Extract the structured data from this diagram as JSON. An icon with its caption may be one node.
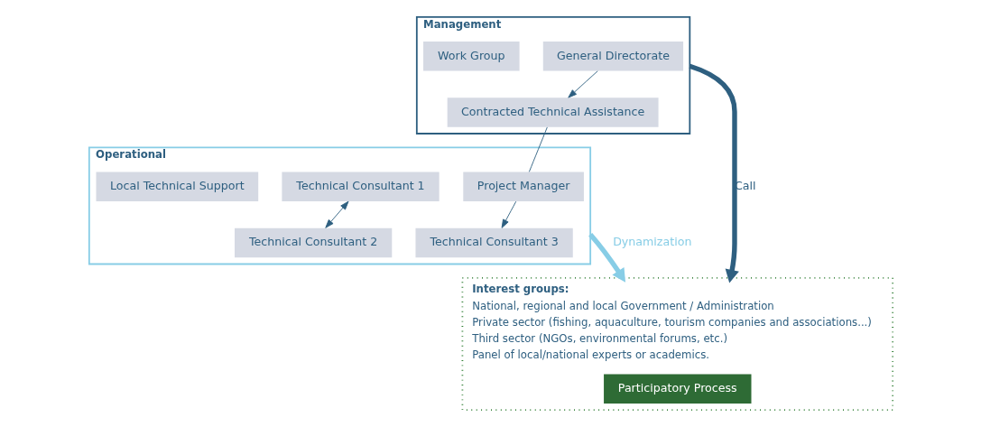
{
  "diagram": {
    "nodes": [
      {
        "text": [
          "Management"
        ]
      },
      {
        "text": [
          "General Directorate"
        ],
        "in": 0
      },
      {
        "text": [
          "Work Group"
        ],
        "in": 0
      },
      {
        "text": [
          "Contracted Technical Assistance"
        ],
        "in": 0
      },
      {
        "text": [
          "Operational"
        ]
      },
      {
        "text": [
          "Project Manager"
        ],
        "in": 4
      },
      {
        "text": [
          "Technical Consultant 1"
        ],
        "in": 4
      },
      {
        "text": [
          "Technical Consultant 2"
        ],
        "in": 4
      },
      {
        "text": [
          "Technical Consultant 3"
        ],
        "in": 4
      },
      {
        "text": [
          "Local Technical Support"
        ],
        "in": 4
      },
      {
        "text": [
          "Interest groups:",
          "National, regional and local Government / Administration",
          "Private sector (fishing, aquaculture, tourism companies and associations...)",
          "Third sector (NGOs, environmental forums, etc.)",
          "Panel of local/national experts or academics."
        ]
      },
      {
        "text": [
          "Participatory Process"
        ],
        "in": 10
      }
    ],
    "edges": [
      {
        "from": 1,
        "to": 3,
        "arrow": "to"
      },
      {
        "from": 3,
        "to": 5,
        "arrow": "none"
      },
      {
        "from": 5,
        "to": 8,
        "arrow": "to"
      },
      {
        "from": 6,
        "to": 7,
        "arrow": "both"
      },
      {
        "from": 0,
        "to": 10,
        "arrow": "to",
        "label": "Call",
        "style": "thick",
        "color": "#2e5f80"
      },
      {
        "from": 4,
        "to": 10,
        "arrow": "to",
        "label": "Dynamization",
        "style": "thick",
        "color": "#87cde6"
      }
    ]
  }
}
